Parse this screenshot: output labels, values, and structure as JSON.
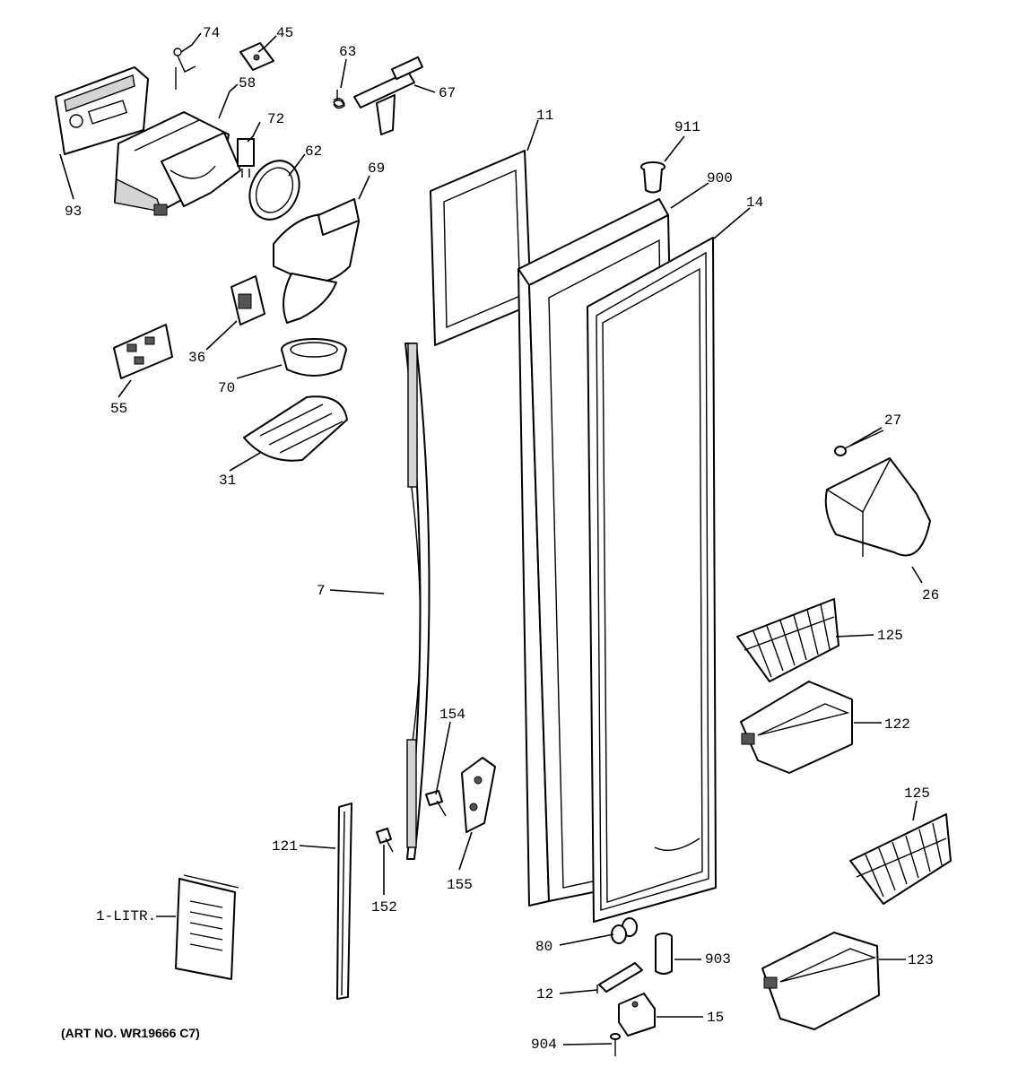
{
  "callouts": [
    {
      "id": "74",
      "text": "74"
    },
    {
      "id": "45",
      "text": "45"
    },
    {
      "id": "63",
      "text": "63"
    },
    {
      "id": "67",
      "text": "67"
    },
    {
      "id": "58",
      "text": "58"
    },
    {
      "id": "72",
      "text": "72"
    },
    {
      "id": "11",
      "text": "11"
    },
    {
      "id": "911",
      "text": "911"
    },
    {
      "id": "62",
      "text": "62"
    },
    {
      "id": "93",
      "text": "93"
    },
    {
      "id": "69",
      "text": "69"
    },
    {
      "id": "900",
      "text": "900"
    },
    {
      "id": "14",
      "text": "14"
    },
    {
      "id": "36",
      "text": "36"
    },
    {
      "id": "70",
      "text": "70"
    },
    {
      "id": "55",
      "text": "55"
    },
    {
      "id": "27",
      "text": "27"
    },
    {
      "id": "31",
      "text": "31"
    },
    {
      "id": "26",
      "text": "26"
    },
    {
      "id": "7",
      "text": "7"
    },
    {
      "id": "125a",
      "text": "125"
    },
    {
      "id": "154",
      "text": "154"
    },
    {
      "id": "122",
      "text": "122"
    },
    {
      "id": "125b",
      "text": "125"
    },
    {
      "id": "121",
      "text": "121"
    },
    {
      "id": "155",
      "text": "155"
    },
    {
      "id": "1litr",
      "text": "1-LITR."
    },
    {
      "id": "152",
      "text": "152"
    },
    {
      "id": "80",
      "text": "80"
    },
    {
      "id": "903",
      "text": "903"
    },
    {
      "id": "123",
      "text": "123"
    },
    {
      "id": "12",
      "text": "12"
    },
    {
      "id": "15",
      "text": "15"
    },
    {
      "id": "904",
      "text": "904"
    }
  ],
  "art_number": "(ART NO. WR19666 C7)"
}
